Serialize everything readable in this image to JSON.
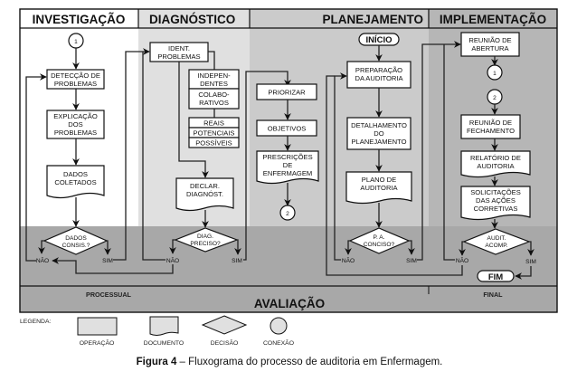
{
  "phases": {
    "investigacao": "INVESTIGAÇÃO",
    "diagnostico": "DIAGNÓSTICO",
    "planejamento": "PLANEJAMENTO",
    "implementacao": "IMPLEMENTAÇÃO"
  },
  "colors": {
    "col_investigacao": "#ffffff",
    "col_diagnostico": "#e0e0e0",
    "col_planejamento": "#cbcbcb",
    "col_implementacao": "#b6b6b6",
    "decision_band": "#a8a8a8",
    "evaluation_band": "#a8a8a8"
  },
  "investigacao": {
    "connector_top": "1",
    "detecao": [
      "DETECÇÃO DE",
      "PROBLEMAS"
    ],
    "explicacao": [
      "EXPLICAÇÃO",
      "DOS",
      "PROBLEMAS"
    ],
    "dados": [
      "DADOS",
      "COLETADOS"
    ],
    "decision": [
      "DADOS",
      "CONSIS.?"
    ],
    "no": "NÃO",
    "yes": "SIM"
  },
  "diagnostico": {
    "ident": [
      "IDENT.",
      "PROBLEMAS"
    ],
    "independentes": [
      "INDEPEN-",
      "DENTES"
    ],
    "colaborativos": [
      "COLABO-",
      "RATIVOS"
    ],
    "reais": "REAIS",
    "potenciais": "POTENCIAIS",
    "possiveis": "POSSÍVEIS",
    "declar": [
      "DECLAR.",
      "DIAGNÓST."
    ],
    "decision": [
      "DIAG.",
      "PRECISO?"
    ],
    "no": "NÃO",
    "yes": "SIM"
  },
  "planejamento": {
    "priorizar": "PRIORIZAR",
    "objetivos": "OBJETIVOS",
    "prescricoes": [
      "PRESCRIÇÕES",
      "DE",
      "ENFERMAGEM"
    ],
    "connector_2": "2",
    "inicio": "INÍCIO",
    "preparacao": [
      "PREPARAÇÃO",
      "DA AUDITORIA"
    ],
    "detalhamento": [
      "DETALHAMENTO",
      "DO",
      "PLANEJAMENTO"
    ],
    "plano": [
      "PLANO DE",
      "AUDITORIA"
    ],
    "decision": [
      "P. A.",
      "CONCISO?"
    ],
    "no": "NÃO",
    "yes": "SIM"
  },
  "implementacao": {
    "abertura": [
      "REUNIÃO DE",
      "ABERTURA"
    ],
    "connector_1": "1",
    "connector_2": "2",
    "fechamento": [
      "REUNIÃO DE",
      "FECHAMENTO"
    ],
    "relatorio": [
      "RELATÓRIO DE",
      "AUDITORIA"
    ],
    "solicitacoes": [
      "SOLICITAÇÕES",
      "DAS AÇÕES",
      "CORRETIVAS"
    ],
    "decision": [
      "AUDIT.",
      "ACOMP."
    ],
    "no": "NÃO",
    "yes": "SIM",
    "fim": "FIM"
  },
  "avaliacao": {
    "title": "AVALIAÇÃO",
    "processual": "PROCESSUAL",
    "final": "FINAL"
  },
  "legend": {
    "title": "LEGENDA:",
    "items": [
      "OPERAÇÃO",
      "DOCUMENTO",
      "DECISÃO",
      "CONEXÃO"
    ]
  },
  "caption": {
    "bold": "Figura 4",
    "text": " – Fluxograma do processo de auditoria em Enfermagem."
  }
}
